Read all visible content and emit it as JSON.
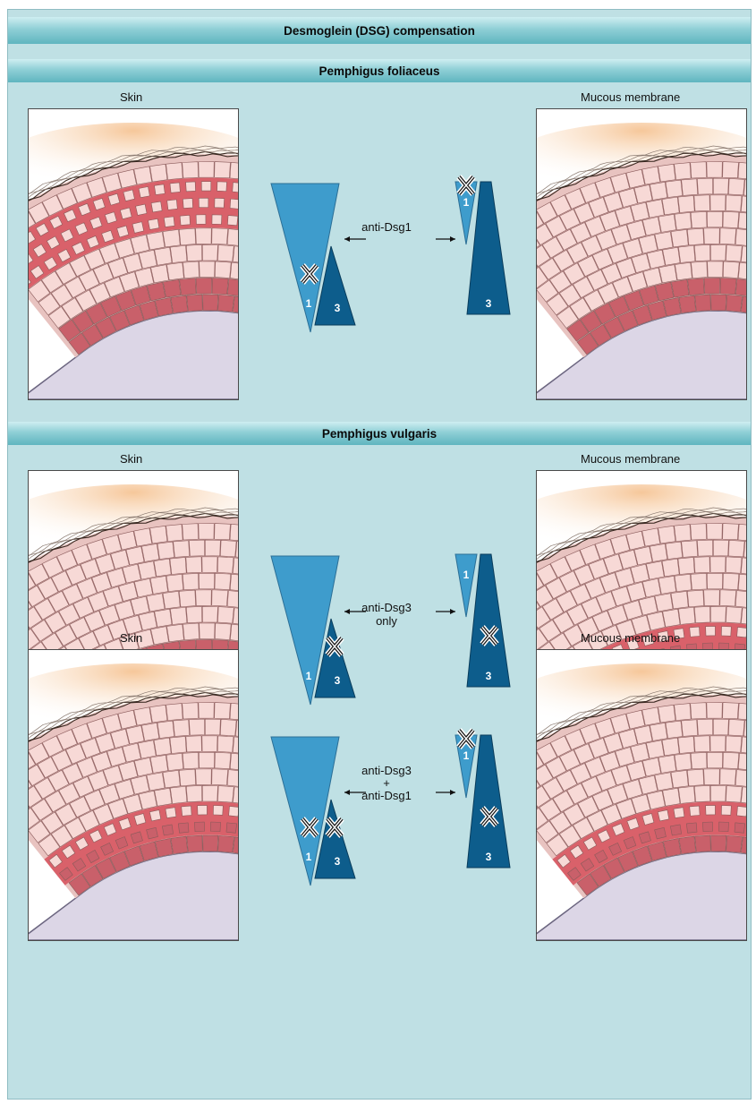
{
  "title": "Desmoglein (DSG) compensation",
  "sections": [
    {
      "title": "Pemphigus foliaceus"
    },
    {
      "title": "Pemphigus vulgaris"
    }
  ],
  "panel_labels": {
    "skin": "Skin",
    "mucous": "Mucous membrane"
  },
  "rows": [
    {
      "skin_blister": "upper",
      "mucous_blister": "none",
      "arrow": [
        "anti-Dsg1"
      ],
      "left_pair": {
        "dsg1_x": true,
        "dsg3_x": false
      },
      "right_pair": {
        "dsg1_x": true,
        "dsg3_x": false
      }
    },
    {
      "skin_blister": "none",
      "mucous_blister": "lower",
      "arrow": [
        "anti-Dsg3",
        "only"
      ],
      "left_pair": {
        "dsg1_x": false,
        "dsg3_x": true
      },
      "right_pair": {
        "dsg1_x": false,
        "dsg3_x": true
      }
    },
    {
      "skin_blister": "lower",
      "mucous_blister": "lower",
      "arrow": [
        "anti-Dsg3",
        "+",
        "anti-Dsg1"
      ],
      "left_pair": {
        "dsg1_x": true,
        "dsg3_x": true
      },
      "right_pair": {
        "dsg1_x": true,
        "dsg3_x": true
      }
    }
  ],
  "triangle_labels": {
    "dsg1": "1",
    "dsg3": "3"
  },
  "mark_label": "X",
  "colors": {
    "background": "#bfe0e4",
    "dsg1": "#3e9ccc",
    "dsg3": "#0d5d8c",
    "cell": "#f7d9d6",
    "blister": "#d9616a",
    "basal": "#c9606a",
    "dermis": "#dcd6e6"
  }
}
